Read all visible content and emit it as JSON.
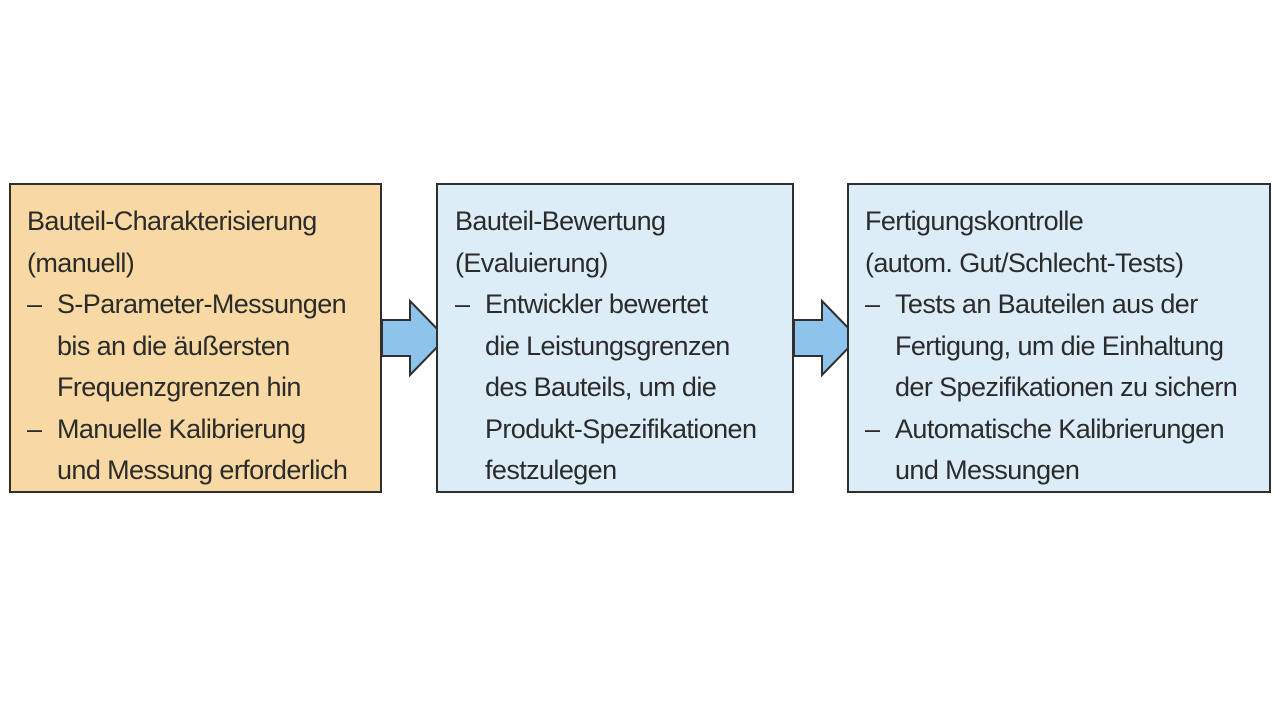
{
  "boxes": [
    {
      "title": [
        "Bauteil-Charakterisierung",
        "(manuell)"
      ],
      "items": [
        [
          "S-Parameter-Messungen",
          "bis an die äußersten",
          "Frequenzgrenzen hin"
        ],
        [
          "Manuelle Kalibrierung",
          "und Messung erforderlich"
        ]
      ]
    },
    {
      "title": [
        "Bauteil-Bewertung",
        "(Evaluierung)"
      ],
      "items": [
        [
          "Entwickler bewertet",
          "die Leistungsgrenzen",
          "des Bauteils, um die",
          "Produkt-Spezifikationen",
          "festzulegen"
        ]
      ]
    },
    {
      "title": [
        "Fertigungskontrolle",
        "(autom. Gut/Schlecht-Tests)"
      ],
      "items": [
        [
          "Tests an Bauteilen aus der",
          "Fertigung, um die Einhaltung",
          "der Spezifikationen zu sichern"
        ],
        [
          "Automatische Kalibrierungen",
          "und Messungen"
        ]
      ]
    }
  ],
  "bullet": "–",
  "colors": {
    "box_orange": "#f9d9a3",
    "box_blue": "#dcedf8",
    "arrow_fill": "#8ec4ec",
    "border": "#2f2f2f"
  }
}
